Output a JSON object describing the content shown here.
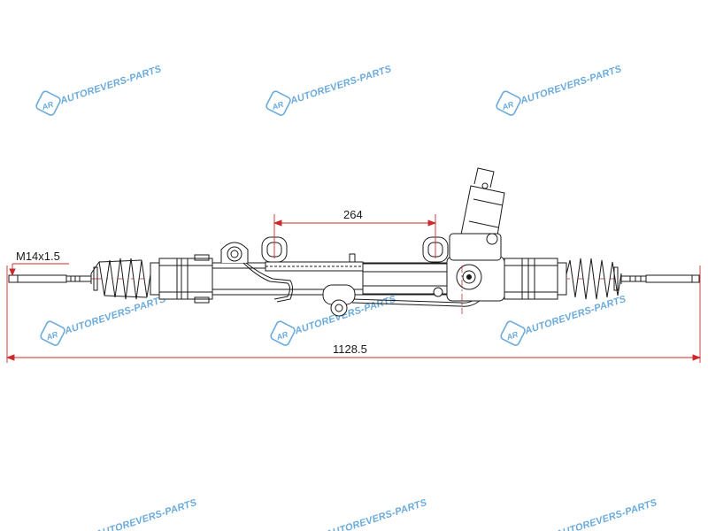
{
  "dimensions": {
    "thread_label": "M14x1.5",
    "center_span_label": "264",
    "overall_length_label": "1128.5"
  },
  "watermark": {
    "text": "AUTOREVERS-PARTS",
    "logo_text": "AR",
    "color": "#3a8fd0"
  },
  "colors": {
    "line": "#1a1a1a",
    "dimension": "#cc2a2a",
    "background": "#ffffff"
  }
}
